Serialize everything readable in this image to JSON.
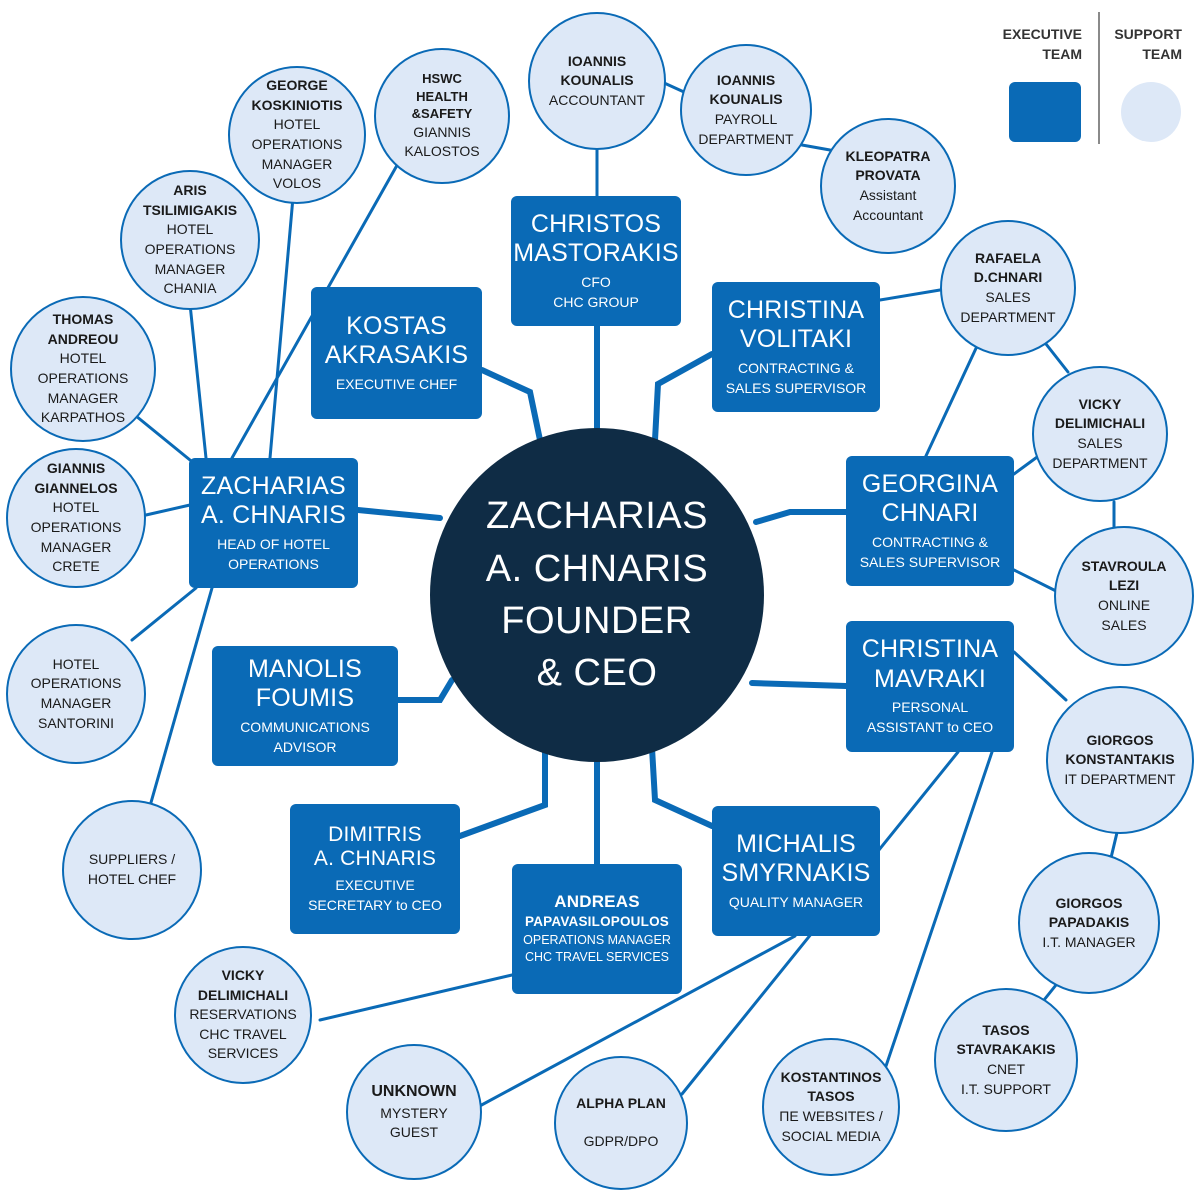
{
  "colors": {
    "executive": "#0a6ab6",
    "support": "#dde8f7",
    "ceo": "#0f2c45",
    "line": "#0a6ab6"
  },
  "legend": {
    "executive_line1": "EXECUTIVE",
    "executive_line2": "TEAM",
    "support_line1": "SUPPORT",
    "support_line2": "TEAM"
  },
  "ceo": {
    "line1": "ZACHARIAS",
    "line2": "A. CHNARIS",
    "line3": "FOUNDER",
    "line4": "& CEO"
  },
  "executives": {
    "mastorakis": {
      "name1": "CHRISTOS",
      "name2": "MASTORAKIS",
      "role1": "CFO",
      "role2": "CHC GROUP"
    },
    "akrasakis": {
      "name1": "KOSTAS",
      "name2": "AKRASAKIS",
      "role1": "EXECUTIVE CHEF"
    },
    "volitaki": {
      "name1": "CHRISTINA",
      "name2": "VOLITAKI",
      "role1": "CONTRACTING &",
      "role2": "SALES SUPERVISOR"
    },
    "zacharias": {
      "name1": "ZACHARIAS",
      "name2": "A. CHNARIS",
      "role1": "HEAD OF HOTEL",
      "role2": "OPERATIONS"
    },
    "georgina": {
      "name1": "GEORGINA",
      "name2": "CHNARI",
      "role1": "CONTRACTING &",
      "role2": "SALES SUPERVISOR"
    },
    "foumis": {
      "name1": "MANOLIS",
      "name2": "FOUMIS",
      "role1": "COMMUNICATIONS",
      "role2": "ADVISOR"
    },
    "mavraki": {
      "name1": "CHRISTINA",
      "name2": "MAVRAKI",
      "role1": "PERSONAL",
      "role2": "ASSISTANT to CEO"
    },
    "dimitris": {
      "name1": "DIMITRIS",
      "name2": "A. CHNARIS",
      "role1": "EXECUTIVE",
      "role2": "SECRETARY to CEO"
    },
    "smyrnakis": {
      "name1": "MICHALIS",
      "name2": "SMYRNAKIS",
      "role1": "QUALITY MANAGER"
    },
    "andreas": {
      "name1": "ANDREAS",
      "name2": "PAPAVASILOPOULOS",
      "role1": "OPERATIONS MANAGER",
      "role2": "CHC TRAVEL SERVICES"
    }
  },
  "support": {
    "kounalis_acc": {
      "name1": "IOANNIS",
      "name2": "KOUNALIS",
      "role1": "ACCOUNTANT"
    },
    "kounalis_pay": {
      "name1": "IOANNIS",
      "name2": "KOUNALIS",
      "role1": "PAYROLL",
      "role2": "DEPARTMENT"
    },
    "provata": {
      "name1": "KLEOPATRA",
      "name2": "PROVATA",
      "role1": "Assistant",
      "role2": "Accountant"
    },
    "hswc": {
      "name1": "HSWC",
      "name2": "HEALTH",
      "name3": "&SAFETY",
      "role1": "GIANNIS",
      "role2": "KALOSTOS"
    },
    "koskiniotis": {
      "name1": "GEORGE",
      "name2": "KOSKINIOTIS",
      "role1": "HOTEL",
      "role2": "OPERATIONS",
      "role3": "MANAGER",
      "role4": "VOLOS"
    },
    "tsilimigakis": {
      "name1": "ARIS",
      "name2": "TSILIMIGAKIS",
      "role1": "HOTEL",
      "role2": "OPERATIONS",
      "role3": "MANAGER",
      "role4": "CHANIA"
    },
    "andreou": {
      "name1": "THOMAS",
      "name2": "ANDREOU",
      "role1": "HOTEL",
      "role2": "OPERATIONS",
      "role3": "MANAGER",
      "role4": "KARPATHOS"
    },
    "giannelos": {
      "name1": "GIANNIS",
      "name2": "GIANNELOS",
      "role1": "HOTEL",
      "role2": "OPERATIONS",
      "role3": "MANAGER",
      "role4": "CRETE"
    },
    "santorini": {
      "role1": "HOTEL",
      "role2": "OPERATIONS",
      "role3": "MANAGER",
      "role4": "SANTORINI"
    },
    "suppliers": {
      "role1": "SUPPLIERS /",
      "role2": "HOTEL CHEF"
    },
    "rafaela": {
      "name1": "RAFAELA",
      "name2": "D.CHNARI",
      "role1": "SALES",
      "role2": "DEPARTMENT"
    },
    "vicky_sales": {
      "name1": "VICKY",
      "name2": "DELIMICHALI",
      "role1": "SALES",
      "role2": "DEPARTMENT"
    },
    "lezi": {
      "name1": "STAVROULA",
      "name2": "LEZI",
      "role1": "ONLINE",
      "role2": "SALES"
    },
    "konstantakis": {
      "name1": "GIORGOS",
      "name2": "KONSTANTAKIS",
      "role1": "IT DEPARTMENT"
    },
    "papadakis": {
      "name1": "GIORGOS",
      "name2": "PAPADAKIS",
      "role1": "I.T. MANAGER"
    },
    "stavrakakis": {
      "name1": "TASOS",
      "name2": "STAVRAKAKIS",
      "role1": "CNET",
      "role2": "I.T. SUPPORT"
    },
    "vicky_res": {
      "name1": "VICKY",
      "name2": "DELIMICHALI",
      "role1": "RESERVATIONS",
      "role2": "CHC TRAVEL",
      "role3": "SERVICES"
    },
    "unknown": {
      "name1": "UNKNOWN",
      "role1": "MYSTERY",
      "role2": "GUEST"
    },
    "alpha": {
      "name1": "ALPHA PLAN",
      "role1": "GDPR/DPO"
    },
    "tasos": {
      "name1": "KOSTANTINOS",
      "name2": "TASOS",
      "role1": "ΠΕ WEBSITES /",
      "role2": "SOCIAL MEDIA"
    }
  }
}
